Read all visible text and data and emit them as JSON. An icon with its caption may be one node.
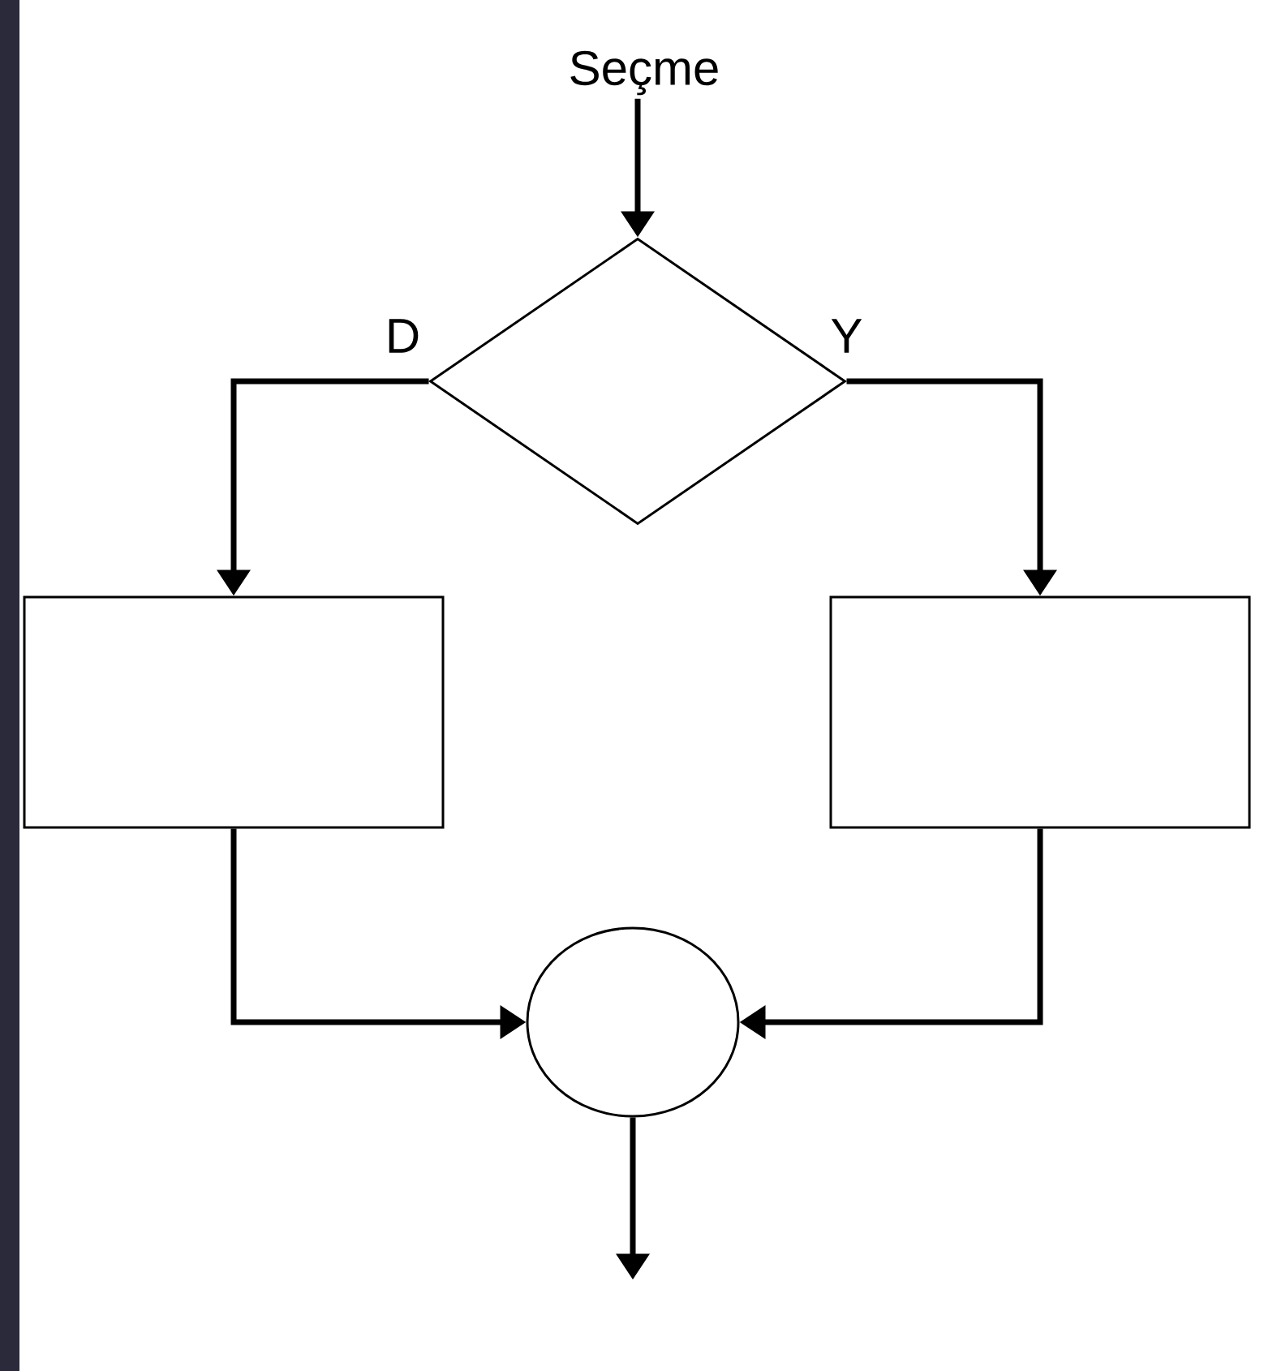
{
  "diagram": {
    "nodes": [
      {
        "text": [
          "Seçme"
        ]
      },
      {
        "text": [],
        "shape": "diamond"
      },
      {
        "text": [],
        "shape": "box"
      },
      {
        "text": [],
        "shape": "box"
      },
      {
        "text": [],
        "shape": "circle"
      }
    ],
    "edges": [
      {
        "from": 0,
        "to": 1,
        "arrow": "to"
      },
      {
        "from": 1,
        "to": 2,
        "arrow": "to",
        "label": "D"
      },
      {
        "from": 1,
        "to": 3,
        "arrow": "to",
        "label": "Y"
      },
      {
        "from": 2,
        "to": 4,
        "arrow": "to"
      },
      {
        "from": 3,
        "to": 4,
        "arrow": "to"
      },
      {
        "from": 4,
        "to": null,
        "arrow": "to"
      }
    ]
  }
}
